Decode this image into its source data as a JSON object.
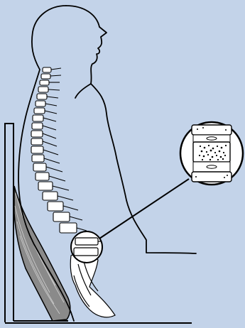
{
  "colors": {
    "background": "#c3d3e9",
    "ink": "#000000",
    "paper": "#ffffff",
    "cushion_fill": "#8a8a8a"
  },
  "illustration": {
    "subject": "seated-person-spine-posture",
    "icons": [
      "seated-figure-outline",
      "spine-vertebrae",
      "lumbar-support-cushion",
      "chair-back",
      "vertebra-magnifier-inset"
    ]
  }
}
